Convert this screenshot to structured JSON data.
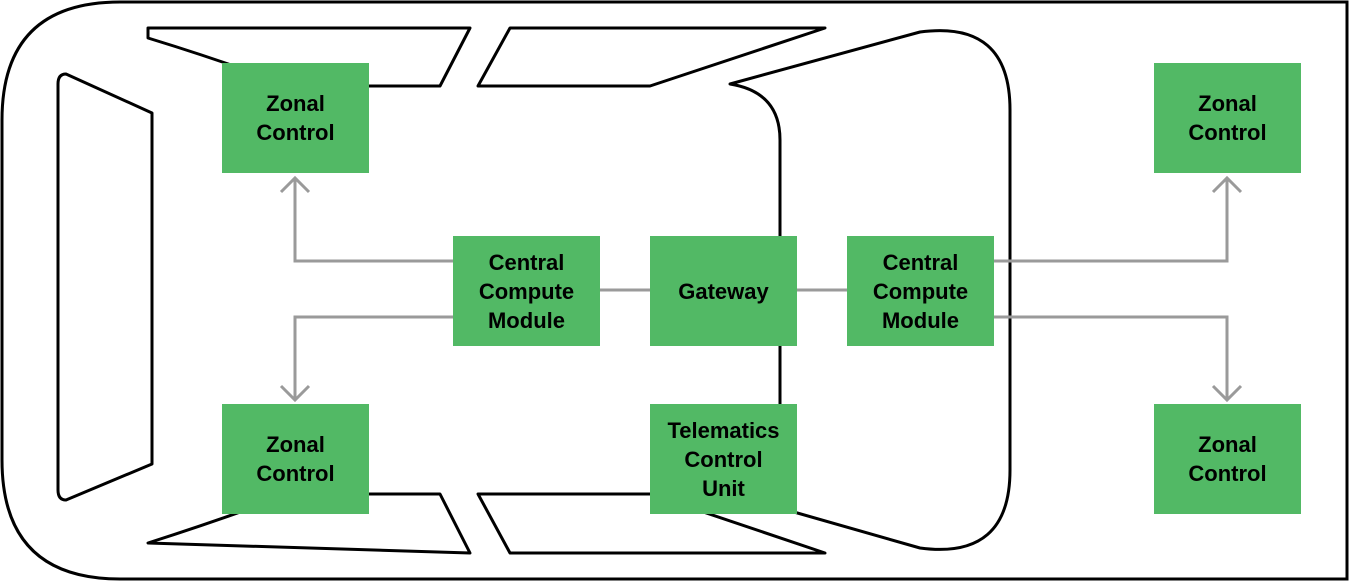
{
  "colors": {
    "box_fill": "#52b965",
    "connector": "#9a9a9a",
    "outline": "#000000",
    "background": "#ffffff"
  },
  "nodes": {
    "zonal_top_left": {
      "lines": [
        "Zonal",
        "Control"
      ]
    },
    "zonal_bottom_left": {
      "lines": [
        "Zonal",
        "Control"
      ]
    },
    "zonal_top_right": {
      "lines": [
        "Zonal",
        "Control"
      ]
    },
    "zonal_bottom_right": {
      "lines": [
        "Zonal",
        "Control"
      ]
    },
    "central_compute_left": {
      "lines": [
        "Central",
        "Compute",
        "Module"
      ]
    },
    "gateway": {
      "lines": [
        "Gateway"
      ]
    },
    "central_compute_right": {
      "lines": [
        "Central",
        "Compute",
        "Module"
      ]
    },
    "telematics": {
      "lines": [
        "Telematics",
        "Control",
        "Unit"
      ]
    }
  },
  "connections": [
    {
      "from": "central_compute_left",
      "to": "zonal_top_left",
      "arrow": true
    },
    {
      "from": "central_compute_left",
      "to": "zonal_bottom_left",
      "arrow": true
    },
    {
      "from": "central_compute_left",
      "to": "gateway",
      "arrow": false
    },
    {
      "from": "gateway",
      "to": "central_compute_right",
      "arrow": false
    },
    {
      "from": "central_compute_right",
      "to": "zonal_top_right",
      "arrow": true
    },
    {
      "from": "central_compute_right",
      "to": "zonal_bottom_right",
      "arrow": true
    }
  ]
}
